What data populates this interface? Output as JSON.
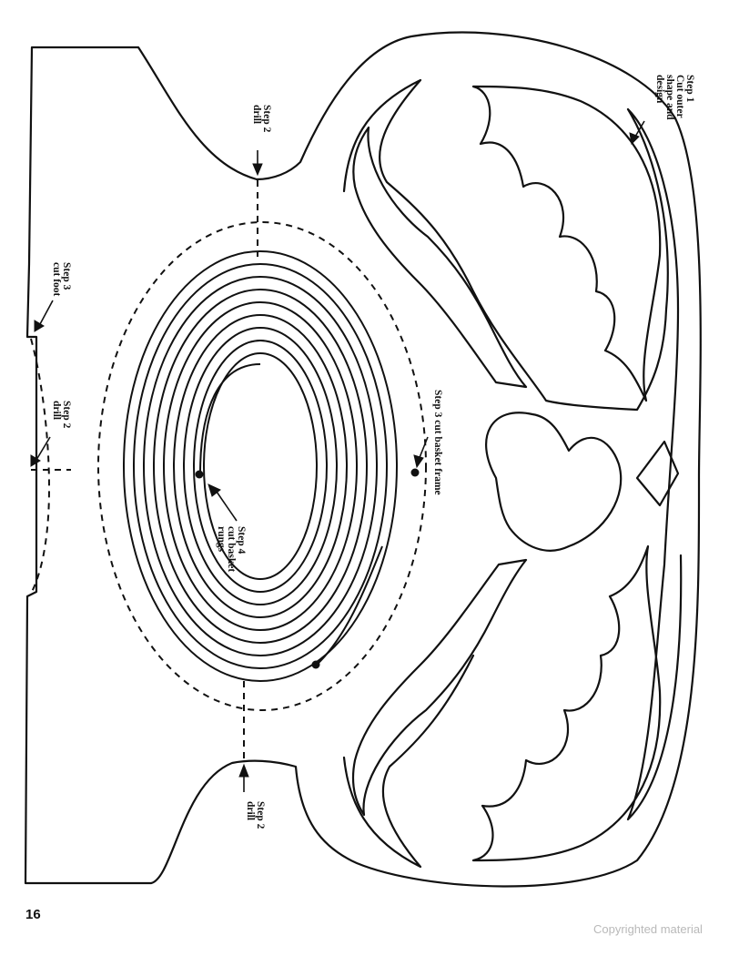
{
  "document": {
    "page_number": "16",
    "copyright_notice": "Copyrighted material"
  },
  "callouts": {
    "step1": [
      "Step 1",
      "Cut outer",
      "shape and",
      "design"
    ],
    "step2_top": [
      "Step 2",
      "drill"
    ],
    "step2_left": [
      "Step 2",
      "drill"
    ],
    "step2_bottom": [
      "Step 2",
      "drill"
    ],
    "step3_foot": [
      "Step 3",
      "cut foot"
    ],
    "step3_frame": [
      "Step 3 cut basket frame"
    ],
    "step4": [
      "Step 4",
      "cut basket",
      "rungs"
    ]
  }
}
